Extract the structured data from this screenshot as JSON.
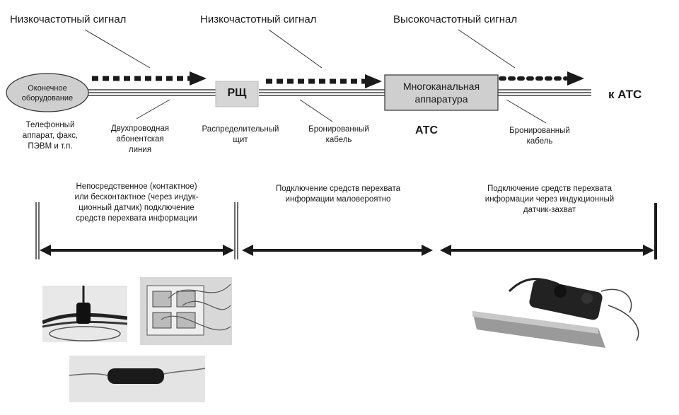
{
  "signals": {
    "low1": "Низкочастотный сигнал",
    "low2": "Низкочастотный сигнал",
    "high": "Высокочастотный  сигнал"
  },
  "nodes": {
    "terminal": "Оконечное\nоборудование",
    "rsch": "РЩ",
    "multichannel": "Многоканальная\nаппаратура",
    "to_ats": "к АТС"
  },
  "labels": {
    "phone": "Телефонный\nаппарат, факс,\nПЭВМ и т.п.",
    "two_wire": "Двухпроводная\nабонентская\nлиния",
    "distribution": "Распределительный\nщит",
    "armored1": "Бронированный\nкабель",
    "ats": "АТС",
    "armored2": "Бронированный\nкабель"
  },
  "zones": {
    "zone1": "Непосредственное (контактное)\nили бесконтактное  (через индук-\nционный датчик) подключение\nсредств перехвата информации",
    "zone2": "Подключение средств перехвата\nинформации маловероятно",
    "zone3": "Подключение средств перехвата\nинформации через индукционный\nдатчик-захват"
  },
  "photos": [
    {
      "name": "contact-clip-photo"
    },
    {
      "name": "wiring-block-photo"
    },
    {
      "name": "inductive-sensor-photo"
    },
    {
      "name": "sensor-capture-device-photo"
    }
  ]
}
